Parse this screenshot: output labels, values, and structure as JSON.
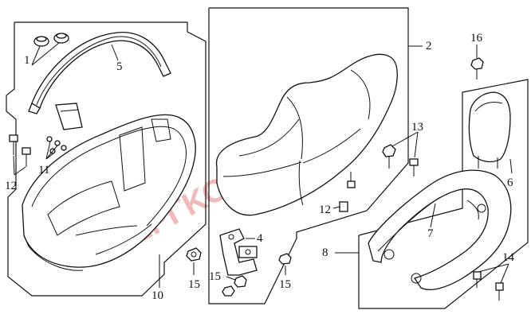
{
  "watermark": {
    "text": "ΓΕΩΡΓΚΟΛΗΣ Α.Ε.",
    "color": "#f3b8b8"
  },
  "callouts": {
    "c1": "1",
    "c2": "2",
    "c4": "4",
    "c5": "5",
    "c6": "6",
    "c7": "7",
    "c8": "8",
    "c10": "10",
    "c11": "11",
    "c12a": "12",
    "c12b": "12",
    "c13": "13",
    "c14": "14",
    "c15a": "15",
    "c15b": "15",
    "c15c": "15",
    "c16": "16"
  },
  "parts": [
    "luggage-box",
    "rubber-caps",
    "box-rim-strip",
    "seat",
    "seat-hinge",
    "backrest",
    "rear-grab-rail",
    "bolts",
    "nuts"
  ]
}
